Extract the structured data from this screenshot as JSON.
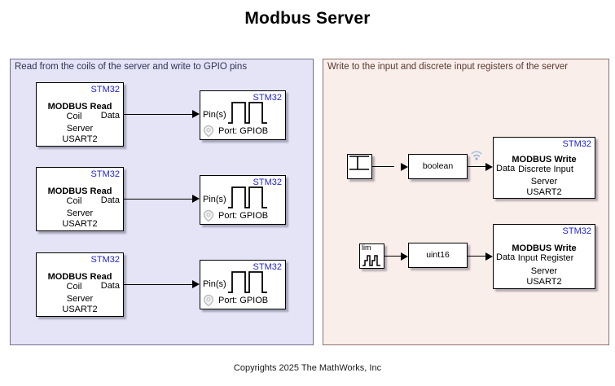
{
  "page": {
    "title": "Modbus Server",
    "copyright": "Copyrights 2025 The MathWorks, Inc"
  },
  "colors": {
    "stm32_blue": "#2024d6",
    "left_region_bg": "#e4e4f6",
    "right_region_bg": "#faeeea",
    "left_title_color": "#32325a",
    "right_title_color": "#5a3832",
    "logging_badge_blue": "#8fafd4"
  },
  "left_region": {
    "title": "Read from the coils of the server and write to GPIO pins",
    "rows": [
      {
        "read": {
          "chip": "STM32",
          "title": "MODBUS Read",
          "register": "Coil",
          "out_port": "Data",
          "server": "Server",
          "uart": "USART2"
        },
        "gpio": {
          "chip": "STM32",
          "in_port": "Pin(s)",
          "port_label": "Port: GPIOB",
          "icon": "square-wave-icon",
          "badge": "pin-mapping-icon"
        }
      },
      {
        "read": {
          "chip": "STM32",
          "title": "MODBUS Read",
          "register": "Coil",
          "out_port": "Data",
          "server": "Server",
          "uart": "USART2"
        },
        "gpio": {
          "chip": "STM32",
          "in_port": "Pin(s)",
          "port_label": "Port: GPIOB",
          "icon": "square-wave-icon",
          "badge": "pin-mapping-icon"
        }
      },
      {
        "read": {
          "chip": "STM32",
          "title": "MODBUS Read",
          "register": "Coil",
          "out_port": "Data",
          "server": "Server",
          "uart": "USART2"
        },
        "gpio": {
          "chip": "STM32",
          "in_port": "Pin(s)",
          "port_label": "Port: GPIOB",
          "icon": "square-wave-icon",
          "badge": "pin-mapping-icon"
        }
      }
    ]
  },
  "right_region": {
    "title": "Write to the input and discrete input registers of the server",
    "rows": [
      {
        "source": {
          "icon": "pulse-generator-icon",
          "label": ""
        },
        "convert": {
          "label": "boolean"
        },
        "logging_badge": "signal-logging-wifi-icon",
        "write": {
          "chip": "STM32",
          "title": "MODBUS Write",
          "register": "Discrete Input",
          "in_port": "Data",
          "server": "Server",
          "uart": "USART2"
        }
      },
      {
        "source": {
          "icon": "counter-limited-icon",
          "label": "lim"
        },
        "convert": {
          "label": "uint16"
        },
        "write": {
          "chip": "STM32",
          "title": "MODBUS Write",
          "register": "Input Register",
          "in_port": "Data",
          "server": "Server",
          "uart": "USART2"
        }
      }
    ]
  }
}
